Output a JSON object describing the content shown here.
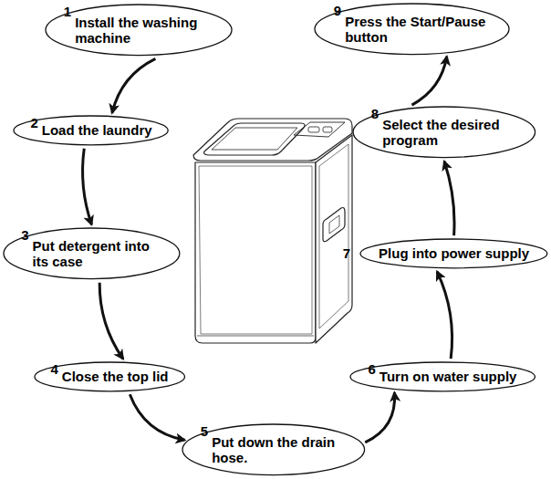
{
  "diagram": {
    "nodes": [
      {
        "text": [
          "1",
          "Install the washing machine"
        ]
      },
      {
        "text": [
          "2",
          "Load the laundry"
        ]
      },
      {
        "text": [
          "3",
          "Put detergent into its case"
        ]
      },
      {
        "text": [
          "4",
          "Close the top lid"
        ]
      },
      {
        "text": [
          "5",
          "Put down the drain hose."
        ]
      },
      {
        "text": [
          "6",
          "Turn on water supply"
        ]
      },
      {
        "text": [
          "7",
          "Plug into power supply"
        ]
      },
      {
        "text": [
          "8",
          "Select the desired program"
        ]
      },
      {
        "text": [
          "9",
          "Press the Start/Pause button"
        ]
      }
    ],
    "edges": [
      {
        "from": 0,
        "to": 1,
        "arrow": "to"
      },
      {
        "from": 1,
        "to": 2,
        "arrow": "to"
      },
      {
        "from": 2,
        "to": 3,
        "arrow": "to"
      },
      {
        "from": 3,
        "to": 4,
        "arrow": "to"
      },
      {
        "from": 4,
        "to": 5,
        "arrow": "to"
      },
      {
        "from": 5,
        "to": 6,
        "arrow": "to"
      },
      {
        "from": 6,
        "to": 7,
        "arrow": "to"
      },
      {
        "from": 7,
        "to": 8,
        "arrow": "to"
      }
    ]
  }
}
